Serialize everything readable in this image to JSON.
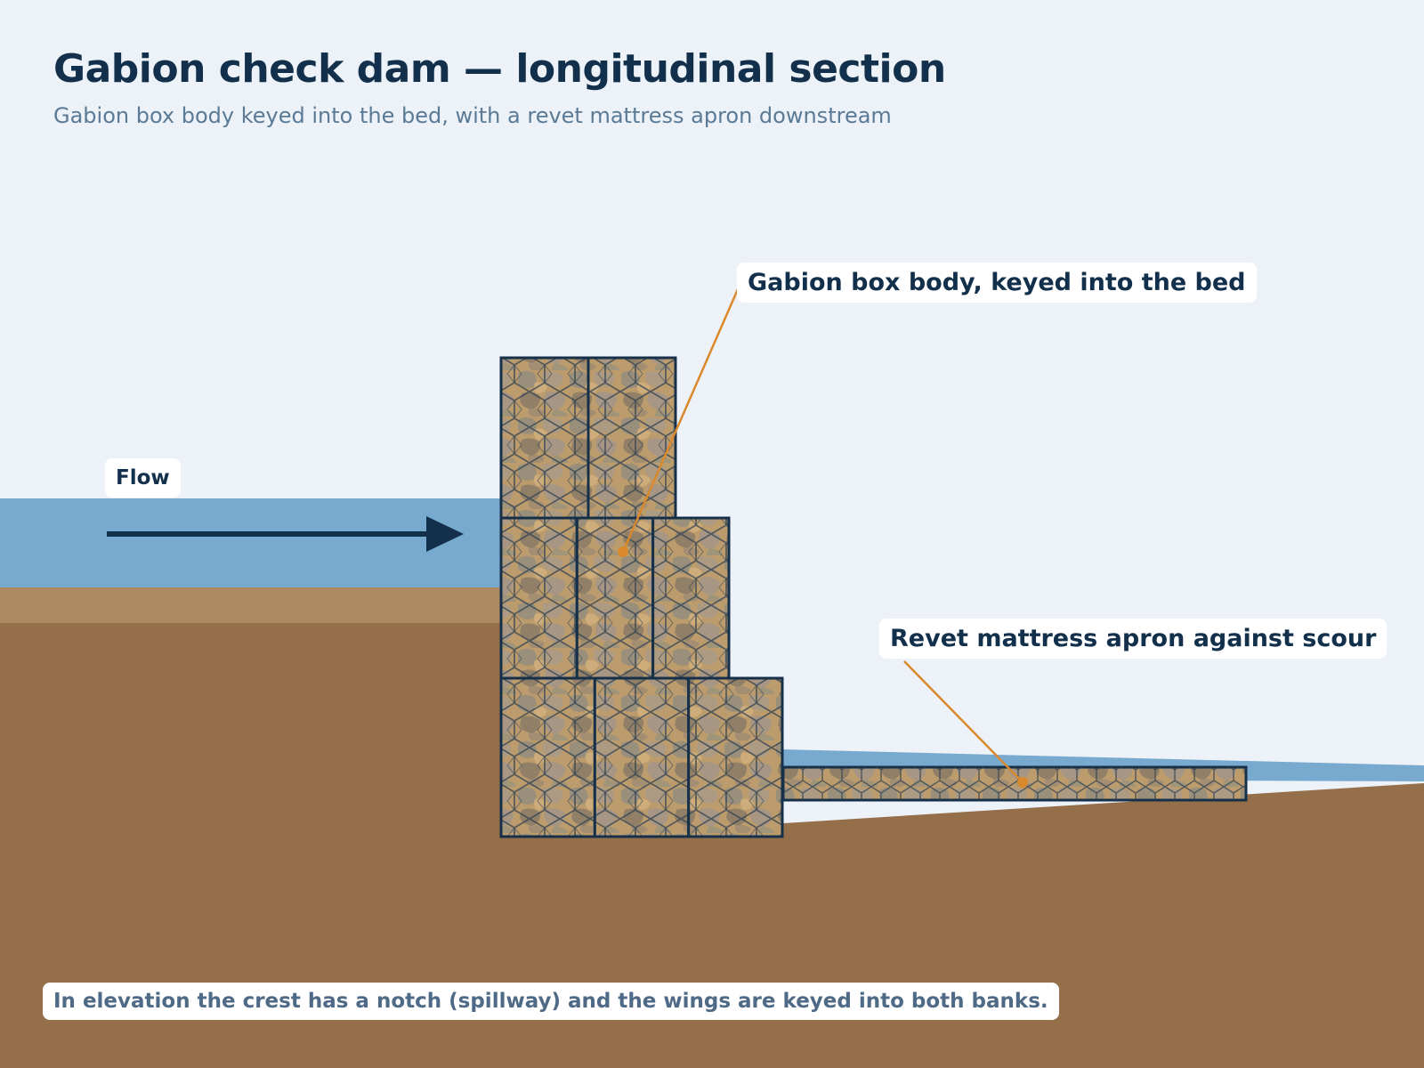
{
  "header": {
    "title": "Gabion check dam — longitudinal section",
    "subtitle": "Gabion box body keyed into the bed, with a revet mattress apron downstream"
  },
  "labels": {
    "flow": "Flow",
    "gabion_body": "Gabion box body, keyed into the bed",
    "revet_apron": "Revet mattress apron against scour"
  },
  "footnote": "In elevation the crest has a notch (spillway) and the wings are keyed into both banks.",
  "colors": {
    "sky": "#edf2f8",
    "water": "#78aacf",
    "bed_top": "#ad8a61",
    "soil": "#946f49",
    "gabion_fill": "#bc9c6c",
    "gabion_outline": "#17304a",
    "leader": "#d9892c",
    "arrow": "#12304b"
  },
  "gabion_body": {
    "tiers": [
      {
        "tier": "bottom",
        "boxes": 3
      },
      {
        "tier": "middle",
        "boxes": 3
      },
      {
        "tier": "top",
        "boxes": 2
      }
    ]
  }
}
